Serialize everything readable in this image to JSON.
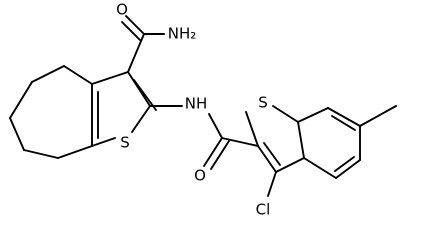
{
  "structure": {
    "labels": {
      "amide_nh2": "NH₂",
      "amide_o1": "O",
      "thiophene_s1": "S",
      "linker_nh": "NH",
      "carbonyl_o2": "O",
      "benzothiophene_s2": "S",
      "chloro": "Cl"
    }
  }
}
